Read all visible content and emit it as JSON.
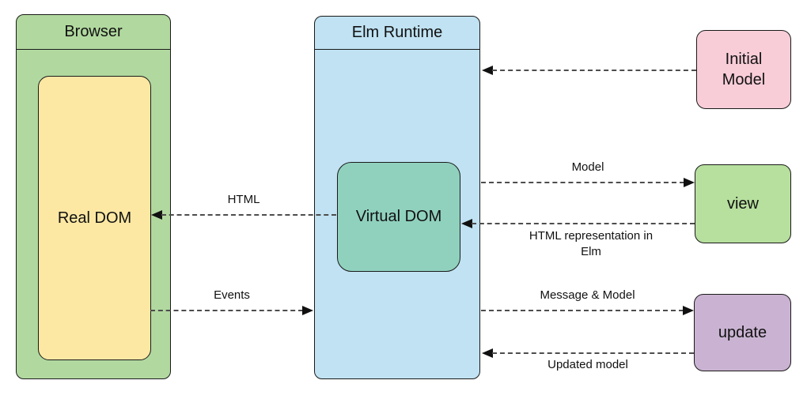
{
  "boxes": {
    "browser": {
      "title": "Browser"
    },
    "real_dom": {
      "label": "Real DOM"
    },
    "elm_runtime": {
      "title": "Elm Runtime"
    },
    "virtual_dom": {
      "label": "Virtual DOM"
    },
    "initial_model": {
      "label": "Initial Model"
    },
    "view": {
      "label": "view"
    },
    "update": {
      "label": "update"
    }
  },
  "arrows": {
    "html": {
      "label": "HTML",
      "direction": "left",
      "from": "Virtual DOM",
      "to": "Real DOM"
    },
    "events": {
      "label": "Events",
      "direction": "right",
      "from": "Real DOM",
      "to": "Elm Runtime"
    },
    "initial_model": {
      "label": "",
      "direction": "left",
      "from": "Initial Model",
      "to": "Elm Runtime"
    },
    "model": {
      "label": "Model",
      "direction": "right",
      "from": "Elm Runtime",
      "to": "view"
    },
    "html_representation": {
      "label": "HTML representation in Elm",
      "direction": "left",
      "from": "view",
      "to": "Virtual DOM"
    },
    "message_and_model": {
      "label": "Message & Model",
      "direction": "right",
      "from": "Elm Runtime",
      "to": "update"
    },
    "updated_model": {
      "label": "Updated model",
      "direction": "left",
      "from": "update",
      "to": "Elm Runtime"
    }
  },
  "colors": {
    "browser_fill": "#b1d99f",
    "real_dom_fill": "#fce8a3",
    "elm_runtime_fill": "#c0e2f2",
    "virtual_dom_fill": "#90d1be",
    "initial_model_fill": "#f8cdd8",
    "view_fill": "#b7df9e",
    "update_fill": "#cab3d2",
    "border": "#1a1a1a",
    "arrow": "#4d4d4d"
  }
}
